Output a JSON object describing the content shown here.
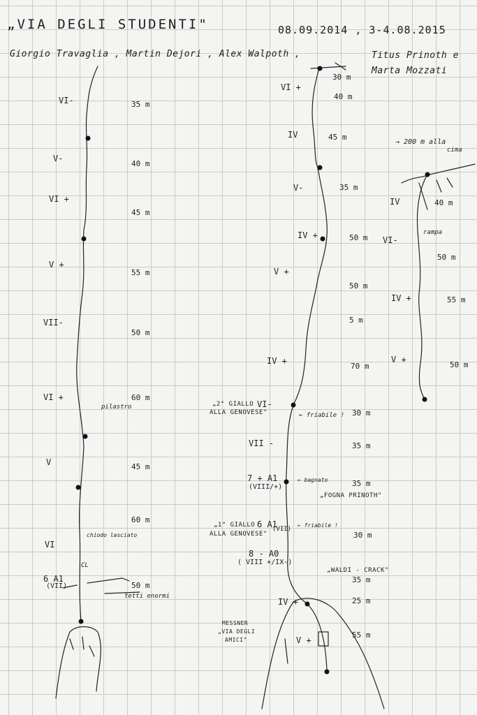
{
  "header": {
    "title": "„VIA DEGLI STUDENTI\"",
    "dates": "08.09.2014 , 3-4.08.2015",
    "authors_line1": "Giorgio Travaglia , Martin Dejori , Alex Walpoth ,",
    "authors_line2a": "Titus Prinoth e",
    "authors_line2b": "Marta Mozzati"
  },
  "col1": {
    "pitches": [
      {
        "grade": "VI-",
        "length": "35 m"
      },
      {
        "grade": "V-",
        "length": "40 m"
      },
      {
        "grade": "VI +",
        "length": "45 m"
      },
      {
        "grade": "V +",
        "length": "55 m"
      },
      {
        "grade": "VII-",
        "length": "50 m"
      },
      {
        "grade": "VI +",
        "length": "60 m"
      },
      {
        "grade": "V",
        "length": "45 m"
      },
      {
        "grade": "",
        "length": "60 m"
      },
      {
        "grade": "VI",
        "length": ""
      },
      {
        "grade": "6 A1",
        "length": "50 m"
      }
    ],
    "grade_extra": "(VII)",
    "notes": {
      "pilastro": "pilastro",
      "chiodo": "chiodo lasciato",
      "tetti": "tetti enormi",
      "cl": "CL"
    }
  },
  "col2": {
    "top_length": "30 m",
    "pitches": [
      {
        "grade": "VI +",
        "length": "40 m"
      },
      {
        "grade": "IV",
        "length": "45 m"
      },
      {
        "grade": "V-",
        "length": "35 m"
      },
      {
        "grade": "IV +",
        "length": "50 m"
      },
      {
        "grade": "V +",
        "length": "50 m"
      },
      {
        "grade": "",
        "length": "5 m"
      },
      {
        "grade": "IV +",
        "length": "70 m"
      },
      {
        "grade": "VI-",
        "length": "30 m"
      },
      {
        "grade": "VII -",
        "length": "35 m"
      },
      {
        "grade": "7 + A1",
        "length": "35 m"
      },
      {
        "grade": "6 A1",
        "length": "30 m"
      },
      {
        "grade": "8 - A0",
        "length": "35 m"
      },
      {
        "grade": "IV +",
        "length": "25 m"
      },
      {
        "grade": "V +",
        "length": "55 m"
      }
    ],
    "grade_extras": {
      "p10": "(VIII/+)",
      "p11": "(VII)",
      "p12": "( VIII +/IX-)"
    },
    "notes": {
      "giallo2_a": "„2° GIALLO",
      "giallo2_b": "ALLA GENOVESE\"",
      "friabile1": "← friabile !",
      "bagnato": "← bagnato",
      "fogna": "„FOGNA PRINOTH\"",
      "giallo1_a": "„1° GIALLO",
      "giallo1_b": "ALLA GENOVESE\"",
      "friabile2": "← friabile !",
      "waldi": "„WALDI - CRACK\"",
      "messner_a": "MESSNER",
      "messner_b": "„VIA DEGLI",
      "messner_c": "AMICI\""
    }
  },
  "col3": {
    "top_note_a": "→ 200 m alla",
    "top_note_b": "cima",
    "rampa": "rampa",
    "pitches": [
      {
        "grade": "IV",
        "length": "40 m"
      },
      {
        "grade": "VI-",
        "length": "50 m"
      },
      {
        "grade": "IV +",
        "length": "55 m"
      },
      {
        "grade": "V +",
        "length": "50 m"
      }
    ]
  }
}
